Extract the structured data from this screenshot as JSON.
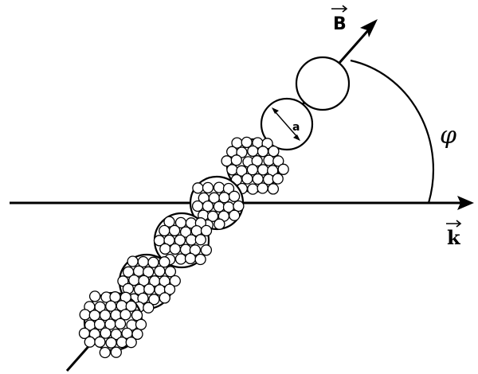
{
  "labels": {
    "b_field": "B",
    "wave_vector": "k",
    "angle": "φ",
    "diameter": "a"
  },
  "colors": {
    "stroke": "#000000",
    "background": "#ffffff"
  }
}
